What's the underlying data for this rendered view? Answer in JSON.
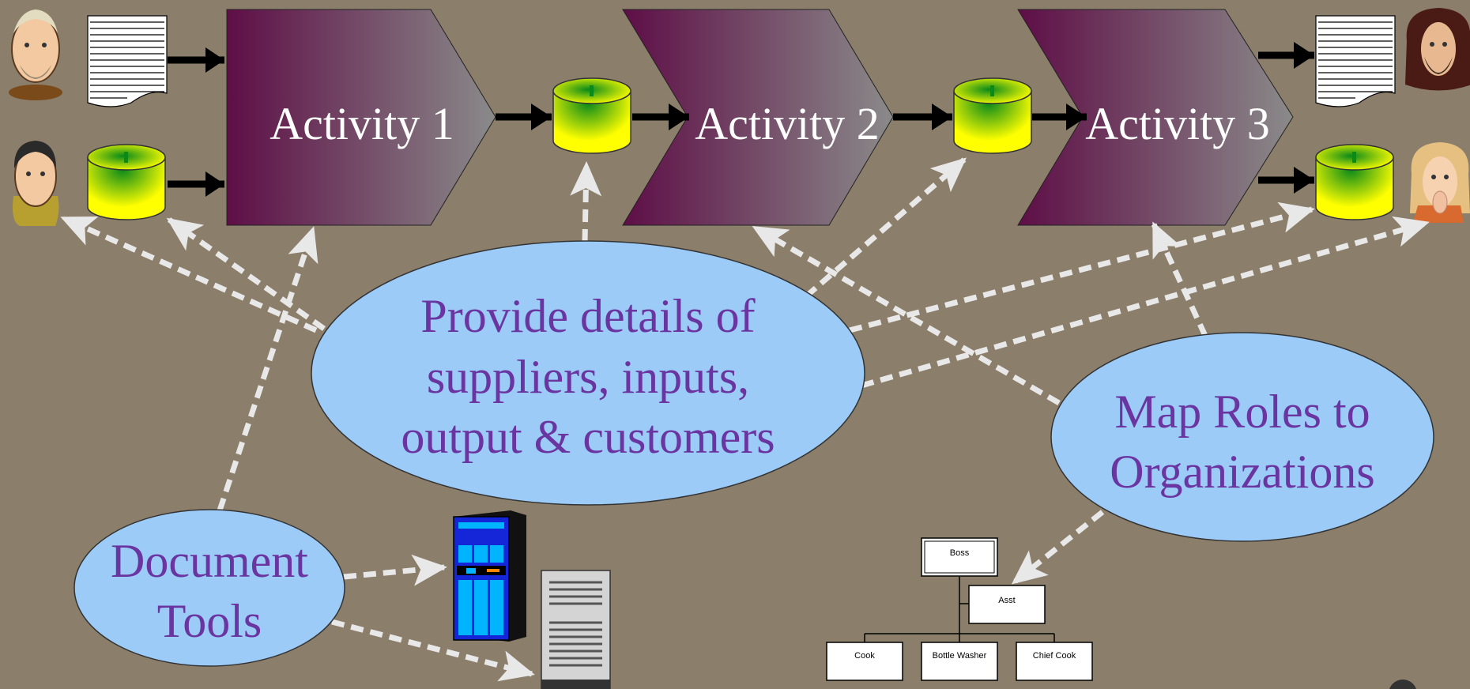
{
  "activities": [
    {
      "label": "Activity 1"
    },
    {
      "label": "Activity 2"
    },
    {
      "label": "Activity 3"
    }
  ],
  "ellipses": {
    "provide_details": {
      "lines": [
        "Provide details of",
        "suppliers, inputs,",
        "output & customers"
      ]
    },
    "map_roles": {
      "lines": [
        "Map Roles to",
        "Organizations"
      ]
    },
    "document_tools": {
      "lines": [
        "Document",
        "Tools"
      ]
    }
  },
  "org_chart": {
    "boss": "Boss",
    "asst": "Asst",
    "staff": [
      "Cook",
      "Bottle Washer",
      "Chief Cook"
    ]
  },
  "icons": [
    "person-icon",
    "document-icon",
    "database-icon",
    "server-rack-icon",
    "server-tower-icon"
  ],
  "colors": {
    "background": "#8b7e6a",
    "activity_dark": "#5e0e46",
    "activity_light": "#8a8a8a",
    "ellipse_fill": "#9ccbf7",
    "ellipse_text": "#6a35a0",
    "database_yellow": "#ffff00",
    "database_green": "#0a8a1a",
    "dashed_arrow": "#e8e8e8"
  }
}
